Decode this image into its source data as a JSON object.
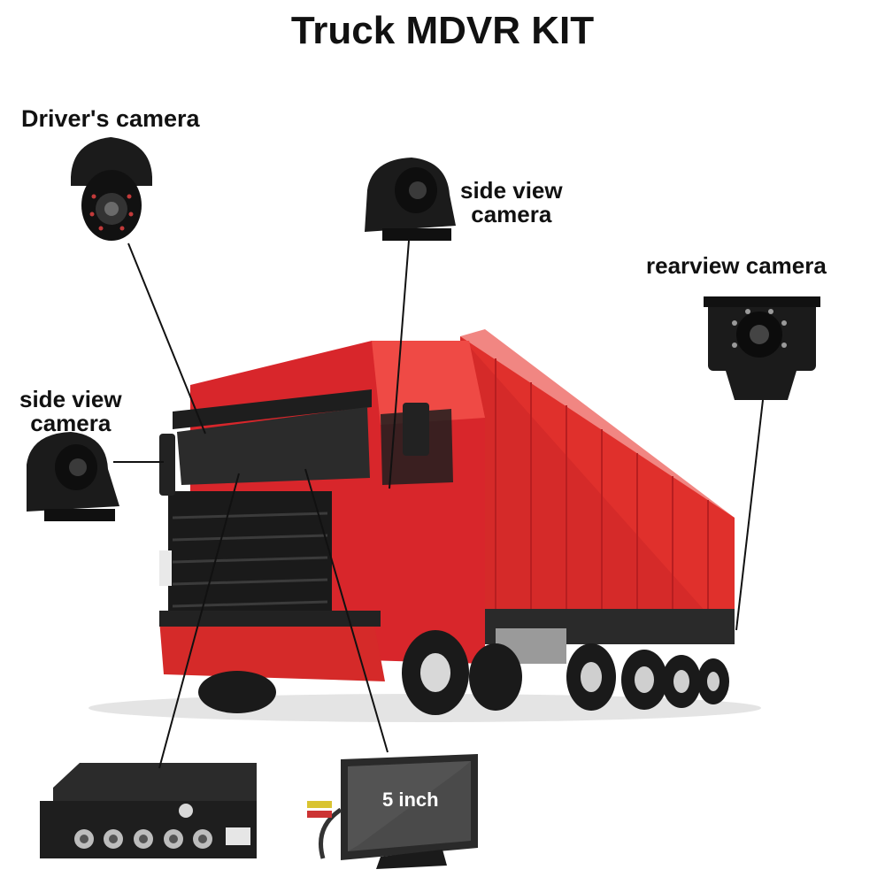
{
  "title": "Truck MDVR KIT",
  "labels": {
    "drivers_camera": "Driver's camera",
    "side_view_camera_top": [
      "side view",
      "camera"
    ],
    "side_view_camera_left": [
      "side view",
      "camera"
    ],
    "rearview_camera": "rearview camera",
    "monitor_size": "5 inch"
  },
  "colors": {
    "truck_red": "#d8262b",
    "container_red": "#e3302d",
    "camera_black": "#1b1b1b",
    "leader_line": "#111111"
  }
}
